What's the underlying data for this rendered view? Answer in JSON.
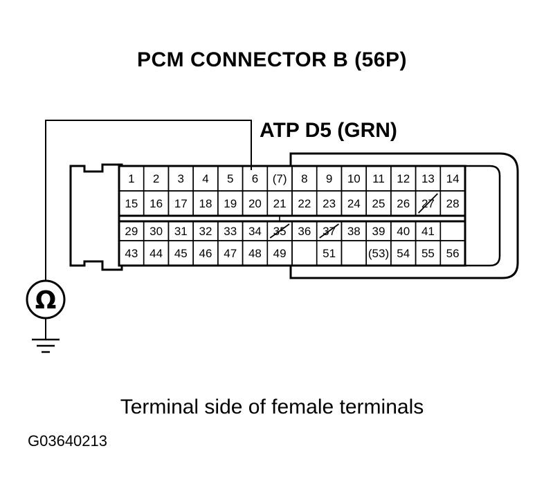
{
  "title": "PCM CONNECTOR B (56P)",
  "wire_label": "ATP D5 (GRN)",
  "meter_symbol": "Ω",
  "caption": "Terminal side of female terminals",
  "figure_id": "G03640213",
  "icons": {
    "ohmmeter": "ohmmeter-icon",
    "ground": "ground-icon"
  },
  "rows": [
    [
      "1",
      "2",
      "3",
      "4",
      "5",
      "6",
      "(7)",
      "8",
      "9",
      "10",
      "11",
      "12",
      "13",
      "14"
    ],
    [
      "15",
      "16",
      "17",
      "18",
      "19",
      "20",
      "21",
      "22",
      "23",
      "24",
      "25",
      "26",
      "27",
      "28"
    ],
    [
      "29",
      "30",
      "31",
      "32",
      "33",
      "34",
      "35",
      "36",
      "37",
      "38",
      "39",
      "40",
      "41",
      ""
    ],
    [
      "43",
      "44",
      "45",
      "46",
      "47",
      "48",
      "49",
      "",
      "51",
      "",
      "(53)",
      "54",
      "55",
      "56"
    ]
  ],
  "empty_terminals": [
    [
      2,
      13
    ],
    [
      3,
      7
    ],
    [
      3,
      9
    ]
  ],
  "probed_terminal": "6"
}
